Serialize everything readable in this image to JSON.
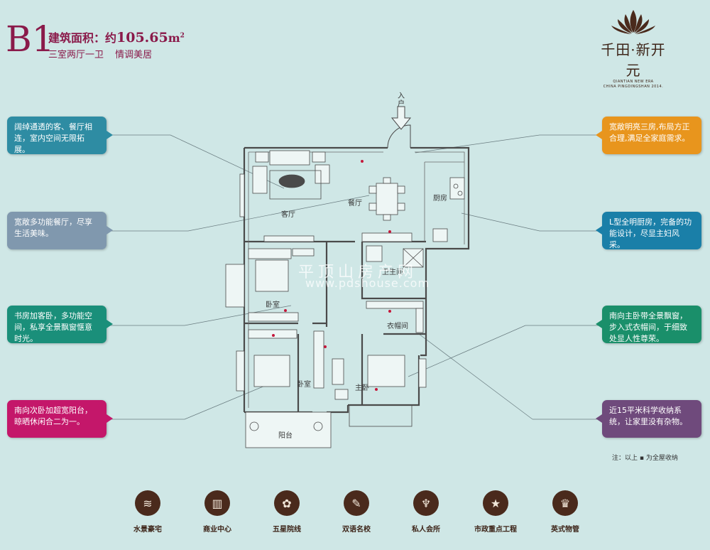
{
  "header": {
    "model_code": "B1",
    "area_label": "建筑面积：约",
    "area_value": "105.65",
    "area_unit": "m",
    "area_unit_sup": "2",
    "layout_text": "三室两厅一卫",
    "slogan": "情调美居"
  },
  "logo": {
    "name": "千田·新开元",
    "sub_line1": "QIANTIAN NEW ERA",
    "sub_line2": "CHINA PINGDINGSHAN 2014.",
    "color": "#3d2418"
  },
  "callouts": {
    "left": [
      {
        "text": "阔绰通透的客、餐厅相连，室内空间无限拓展。",
        "color": "#2e8ca3"
      },
      {
        "text": "宽敞多功能餐厅，尽享生活美味。",
        "color": "#8098ae"
      },
      {
        "text": "书房加客卧，多功能空间，私享全景飘窗惬意时光。",
        "color": "#1a8f7a"
      },
      {
        "text": "南向次卧加超宽阳台，晾晒休闲合二为一。",
        "color": "#c4176a"
      }
    ],
    "right": [
      {
        "text": "宽敞明亮三房,布局方正合理,满足全家庭需求。",
        "color": "#e8951d"
      },
      {
        "text": "L型全明厨房，完备的功能设计，尽显主妇风采。",
        "color": "#1a7fa8"
      },
      {
        "text": "南向主卧带全景飘窗，步入式衣帽间，于细致处显人性尊荣。",
        "color": "#1a8f6a"
      },
      {
        "text": "近15平米科学收纳系统，让家里没有杂物。",
        "color": "#6f4a7c"
      }
    ]
  },
  "rooms": {
    "entry": "入户",
    "living": "客厅",
    "dining": "餐厅",
    "kitchen": "厨房",
    "bath": "卫生间",
    "bedroom_north": "卧室",
    "closet": "衣帽间",
    "bedroom_south": "卧室",
    "master": "主卧",
    "balcony": "阳台"
  },
  "watermark": {
    "cn": "平顶山房产网",
    "url": "www.pdshouse.com"
  },
  "note": "注：以上 ▪ 为全屋收纳",
  "badges": [
    {
      "label": "水景豪宅",
      "icon": "waves-icon",
      "glyph": "≋"
    },
    {
      "label": "商业中心",
      "icon": "building-icon",
      "glyph": "▥"
    },
    {
      "label": "五星院线",
      "icon": "film-reel-icon",
      "glyph": "✿"
    },
    {
      "label": "双语名校",
      "icon": "quill-icon",
      "glyph": "✎"
    },
    {
      "label": "私人会所",
      "icon": "wine-glass-icon",
      "glyph": "♆"
    },
    {
      "label": "市政重点工程",
      "icon": "star-icon",
      "glyph": "★"
    },
    {
      "label": "英式物管",
      "icon": "crown-icon",
      "glyph": "♛"
    }
  ]
}
